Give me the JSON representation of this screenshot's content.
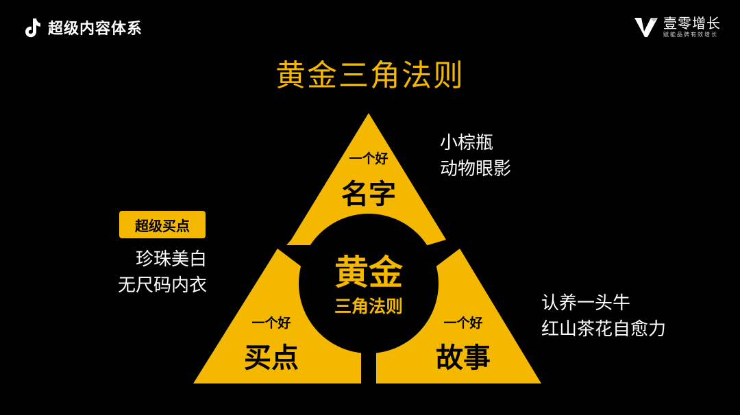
{
  "header": {
    "title": "超级内容体系",
    "logo_name": "壹零增长",
    "logo_slogan": "赋能品牌有效增长"
  },
  "title": "黄金三角法则",
  "center": {
    "line1": "黄金",
    "line2": "三角法则"
  },
  "sections": {
    "top": {
      "small": "一个好",
      "big": "名字"
    },
    "left": {
      "small": "一个好",
      "big": "买点"
    },
    "right": {
      "small": "一个好",
      "big": "故事"
    }
  },
  "examples": {
    "top": [
      "小棕瓶",
      "动物眼影"
    ],
    "left_tag": "超级买点",
    "left": [
      "珍珠美白",
      "无尺码内衣"
    ],
    "right": [
      "认养一头牛",
      "红山茶花自愈力"
    ]
  },
  "colors": {
    "accent": "#f5b800",
    "background": "#000000",
    "text": "#ffffff"
  }
}
